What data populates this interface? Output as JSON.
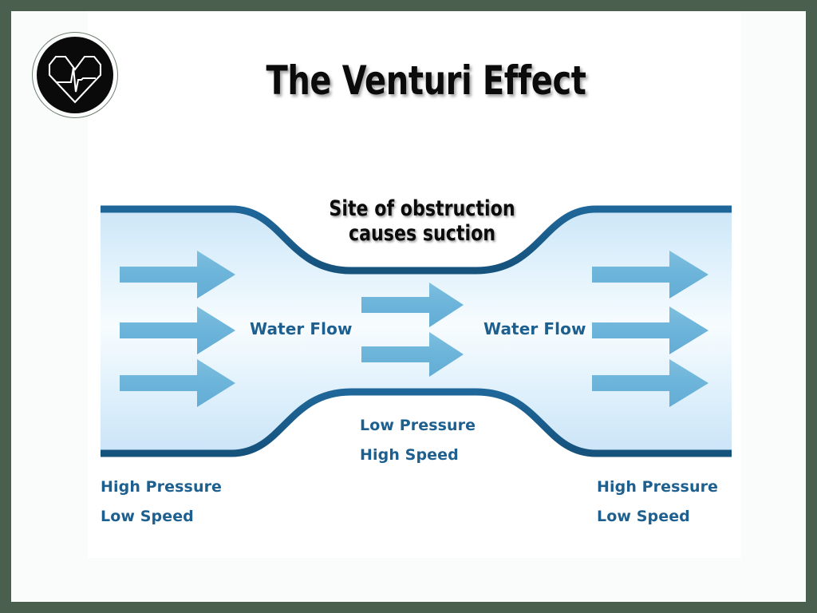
{
  "slide": {
    "title": "The Venturi Effect",
    "border_color": "#4a5f4e",
    "surface_color": "#fafbfb"
  },
  "logo": {
    "name": "heart-ekg-logo",
    "disc_color": "#0a0a0a",
    "ring_color": "#6f7f70",
    "line_color": "#ffffff"
  },
  "figure": {
    "obstruction_label_line1": "Site of obstruction",
    "obstruction_label_line2": "causes suction",
    "water_flow_left": "Water Flow",
    "water_flow_right": "Water Flow",
    "throat_low_pressure": "Low Pressure",
    "throat_high_speed": "High Speed",
    "left_high_pressure": "High Pressure",
    "left_low_speed": "Low Speed",
    "right_high_pressure": "High Pressure",
    "right_low_speed": "Low Speed",
    "pipe_border_color": "#1b5e8c",
    "pipe_fill_top": "#cfe7f8",
    "pipe_fill_mid": "#f7fcfe",
    "pipe_fill_bottom": "#cfe7f8",
    "arrow_color": "#6cb4da",
    "label_color": "#1d5f8f",
    "arrow_counts": {
      "left_section": 3,
      "throat_section": 2,
      "right_section": 3
    }
  }
}
